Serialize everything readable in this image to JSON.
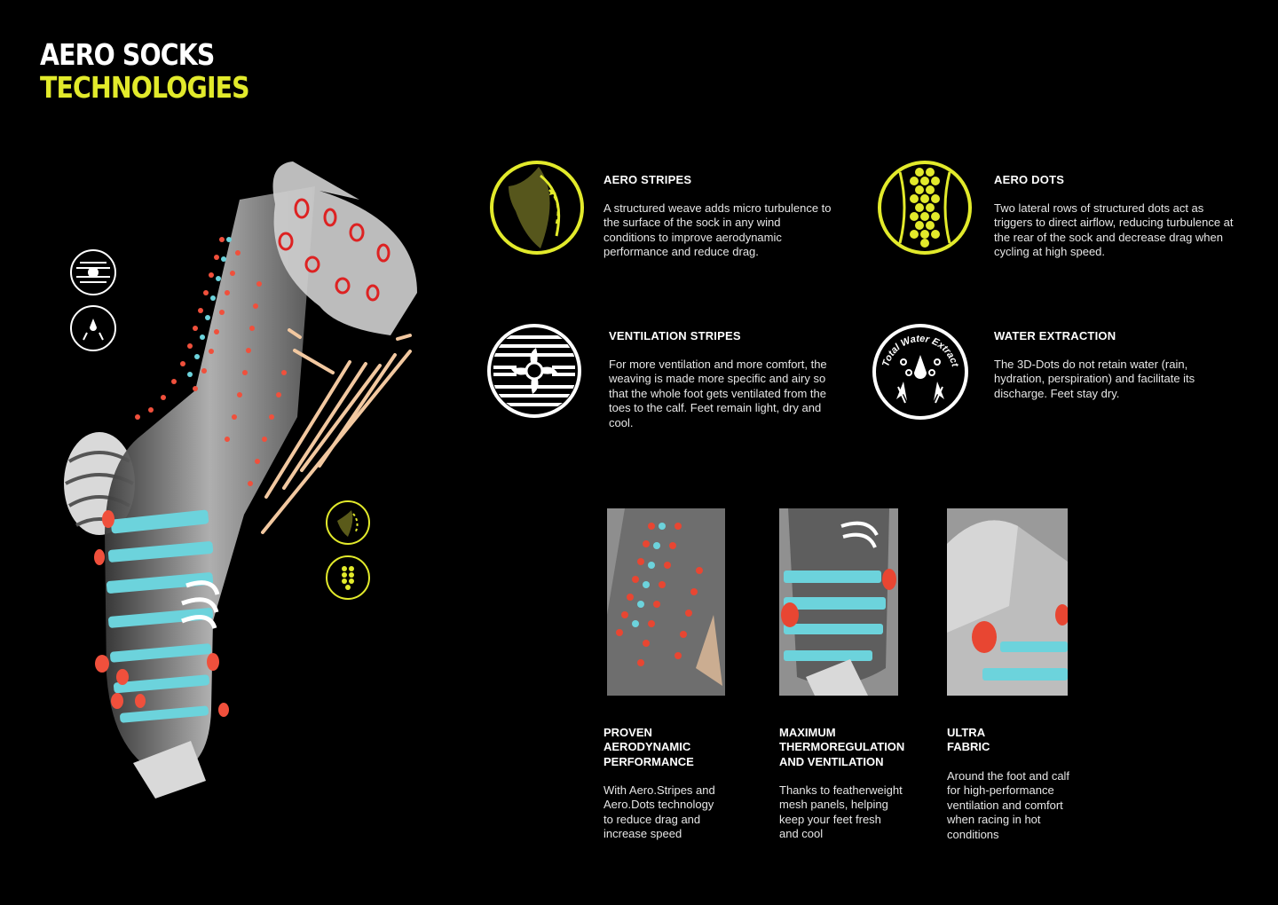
{
  "header": {
    "line1": "AERO SOCKS",
    "line2": "TECHNOLOGIES"
  },
  "colors": {
    "accent": "#e2ea2b",
    "red": "#f0503c",
    "cyan": "#6cd3dc",
    "peach": "#f2c8a0",
    "white": "#ffffff",
    "background": "#000000"
  },
  "features": [
    {
      "title": "AERO STRIPES",
      "icon": "aero-stripes-icon",
      "body": "A structured weave adds micro turbulence to the surface of the sock in any wind conditions to improve aerodynamic performance and reduce drag."
    },
    {
      "title": "AERO DOTS",
      "icon": "aero-dots-icon",
      "body": "Two lateral rows of structured dots act as triggers to direct airflow, reducing turbulence at the rear of the sock and decrease drag when cycling at high speed."
    },
    {
      "title": "VENTILATION STRIPES",
      "icon": "ventilation-stripes-icon",
      "body": "For more ventilation and more comfort, the weaving is made more specific and airy so that the whole foot gets ventilated from the toes to the calf. Feet remain light, dry and cool."
    },
    {
      "title": "WATER EXTRACTION",
      "icon": "water-extraction-icon",
      "icon_text": "Total Water Extract",
      "body": "The 3D-Dots do not retain water (rain, hydration, perspiration) and facilitate its discharge. Feet stay dry."
    }
  ],
  "columns": [
    {
      "title": "PROVEN\nAERODYNAMIC\nPERFORMANCE",
      "body": "With Aero.Stripes and\nAero.Dots technology\nto reduce drag and\nincrease speed"
    },
    {
      "title": "MAXIMUM\nTHERMOREGULATION\nAND VENTILATION",
      "body": "Thanks to featherweight\nmesh panels, helping\nkeep your feet fresh\nand cool"
    },
    {
      "title": "ULTRA\nFABRIC",
      "body": "Around the foot and calf\nfor high-performance\nventilation and comfort\nwhen racing in hot\nconditions"
    }
  ]
}
